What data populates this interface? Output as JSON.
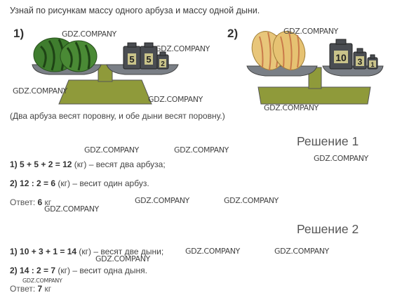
{
  "task": "Узнай по рисункам массу одного арбуза и массу одной дыни.",
  "figures": [
    {
      "number": "1)",
      "weights": [
        "5",
        "5",
        "2"
      ]
    },
    {
      "number": "2)",
      "weights": [
        "10",
        "3",
        "1"
      ]
    }
  ],
  "note": "(Два арбуза весят поровну, и обе дыни весят поровну.)",
  "solutions": [
    {
      "heading": "Решение 1",
      "steps": [
        {
          "num": "1)",
          "expr": "5 + 5 + 2 = 12",
          "text": " (кг) – весят два арбуза;"
        },
        {
          "num": "2)",
          "expr": "12 : 2 = 6",
          "text": " (кг) – весит один арбуз."
        }
      ],
      "answer_label": "Ответ: ",
      "answer_value": "6",
      "answer_unit": " кг"
    },
    {
      "heading": "Решение 2",
      "steps": [
        {
          "num": "1)",
          "expr": "10 + 3 + 1 = 14",
          "text": " (кг) – весят две дыни;"
        },
        {
          "num": "2)",
          "expr": "14 : 2 = 7",
          "text": " (кг) – весит одна дыня."
        }
      ],
      "answer_label": "Ответ: ",
      "answer_value": "7",
      "answer_unit": " кг"
    }
  ],
  "watermark": "GDZ.COMPANY"
}
